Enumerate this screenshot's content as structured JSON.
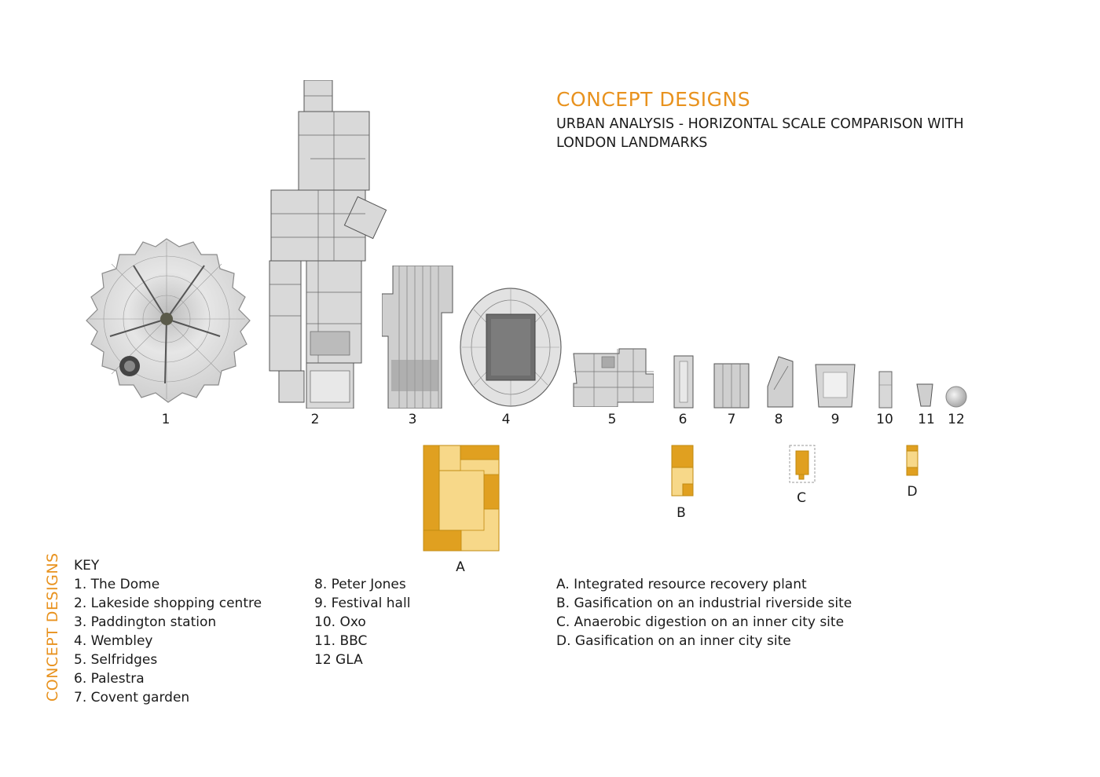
{
  "title": "CONCEPT DESIGNS",
  "subtitle_line1": "URBAN ANALYSIS - HORIZONTAL SCALE COMPARISON WITH",
  "subtitle_line2": "LONDON LANDMARKS",
  "side_title": "CONCEPT DESIGNS",
  "landmark_numbers": [
    "1",
    "2",
    "3",
    "4",
    "5",
    "6",
    "7",
    "8",
    "9",
    "10",
    "11",
    "12"
  ],
  "plant_labels": {
    "a": "A",
    "b": "B",
    "c": "C",
    "d": "D"
  },
  "key": {
    "heading": "KEY",
    "col1": [
      "1. The Dome",
      "2. Lakeside shopping centre",
      "3. Paddington station",
      "4. Wembley",
      "5. Selfridges",
      "6. Palestra",
      "7. Covent garden"
    ],
    "col2": [
      "8. Peter Jones",
      "9. Festival hall",
      "10. Oxo",
      "11. BBC",
      "12 GLA"
    ],
    "col3": [
      "A. Integrated resource recovery plant",
      "B. Gasification on an industrial riverside site",
      "C. Anaerobic digestion on an inner city site",
      "D. Gasification on an inner city site"
    ]
  },
  "colors": {
    "accent": "#e8921e",
    "plant_dark": "#e0a020",
    "plant_light": "#f7d889"
  }
}
